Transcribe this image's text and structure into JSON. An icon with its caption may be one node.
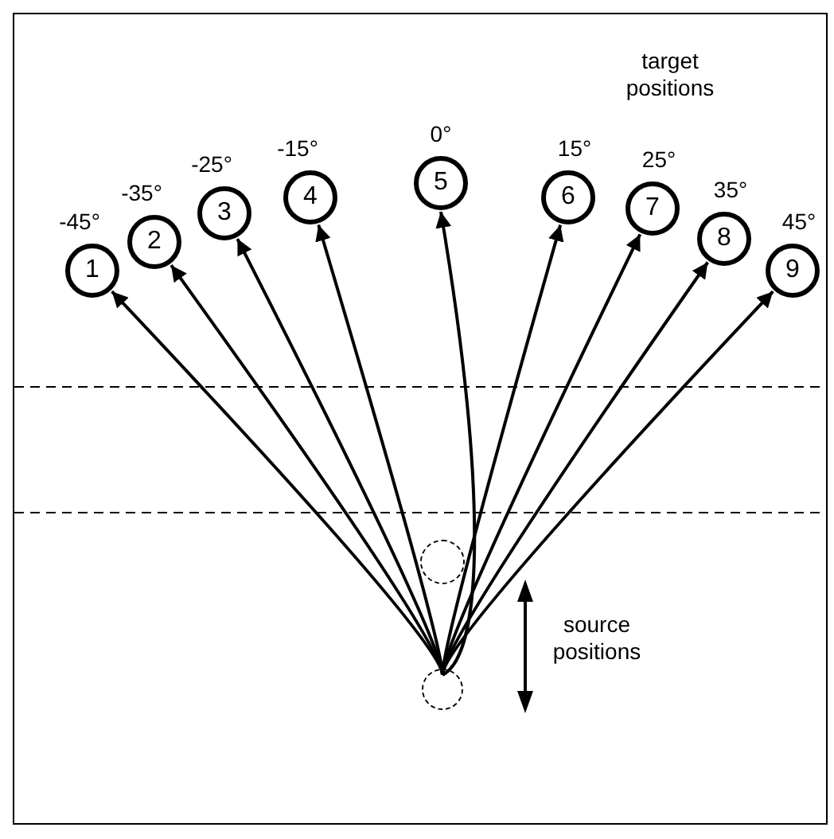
{
  "diagram": {
    "nodes": [
      {
        "text": [
          "1"
        ],
        "beside": [
          "-45°"
        ]
      },
      {
        "text": [
          "2"
        ],
        "beside": [
          "-35°"
        ]
      },
      {
        "text": [
          "3"
        ],
        "beside": [
          "-25°"
        ]
      },
      {
        "text": [
          "4"
        ],
        "beside": [
          "-15°"
        ]
      },
      {
        "text": [
          "5"
        ],
        "beside": [
          "0°"
        ]
      },
      {
        "text": [
          "6"
        ],
        "beside": [
          "15°"
        ]
      },
      {
        "text": [
          "7"
        ],
        "beside": [
          "25°"
        ]
      },
      {
        "text": [
          "8"
        ],
        "beside": [
          "35°"
        ]
      },
      {
        "text": [
          "9"
        ],
        "beside": [
          "45°"
        ]
      },
      {
        "text": [],
        "shape": "circle"
      },
      {
        "text": [],
        "shape": "circle"
      }
    ],
    "edges": [
      {
        "from": 10,
        "to": 0,
        "arrow": "to"
      },
      {
        "from": 10,
        "to": 1,
        "arrow": "to"
      },
      {
        "from": 10,
        "to": 2,
        "arrow": "to"
      },
      {
        "from": 10,
        "to": 3,
        "arrow": "to"
      },
      {
        "from": 10,
        "to": 4,
        "arrow": "to"
      },
      {
        "from": 10,
        "to": 5,
        "arrow": "to"
      },
      {
        "from": 10,
        "to": 6,
        "arrow": "to"
      },
      {
        "from": 10,
        "to": 7,
        "arrow": "to"
      },
      {
        "from": 10,
        "to": 8,
        "arrow": "to"
      }
    ],
    "labels": [
      "target positions",
      "source positions"
    ]
  }
}
